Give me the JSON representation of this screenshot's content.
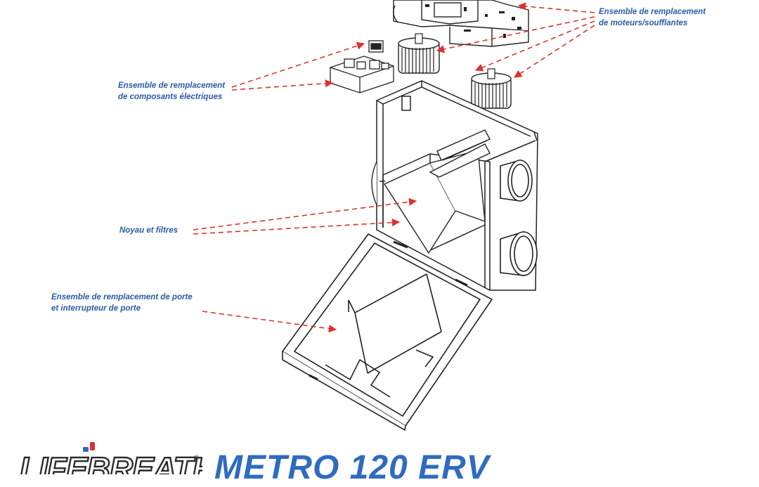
{
  "callouts": {
    "motors": {
      "line1": "Ensemble de remplacement",
      "line2": "de moteurs/soufflantes"
    },
    "electrical": {
      "line1": "Ensemble de remplacement",
      "line2": "de composants électriques"
    },
    "core": {
      "line1": "Noyau et filtres"
    },
    "door": {
      "line1": "Ensemble de remplacement de porte",
      "line2": "et interrupteur de porte"
    }
  },
  "brand": {
    "name": "LIFEBREATH",
    "reg": "®"
  },
  "product": {
    "title": "METRO 120 ERV"
  },
  "colors": {
    "label": "#2a5ca8",
    "arrow": "#e0302e",
    "title": "#2f6cc0",
    "logo_red": "#e0302e",
    "line": "#222222"
  }
}
